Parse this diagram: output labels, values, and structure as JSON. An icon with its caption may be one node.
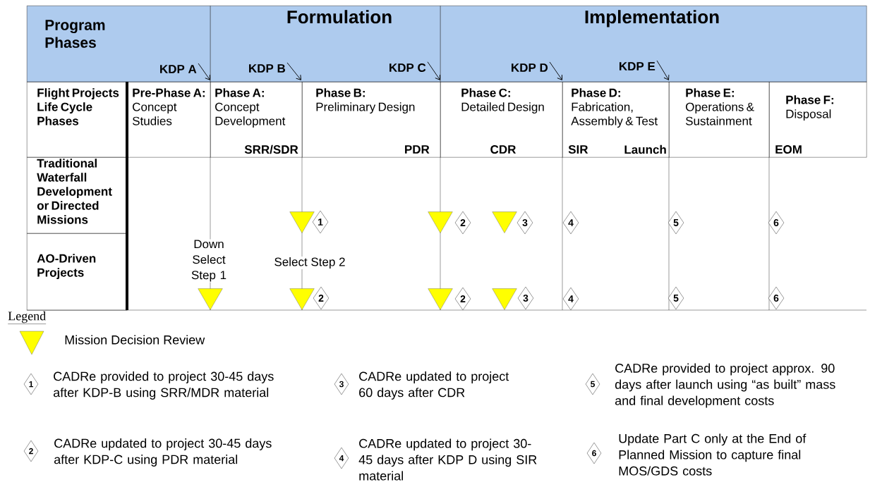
{
  "diagram": {
    "nodes": [
      {
        "text": [
          "Program Phases"
        ]
      },
      {
        "text": [
          "Formulation"
        ]
      },
      {
        "text": [
          "Implementation"
        ]
      },
      {
        "text": [
          "KDP A"
        ],
        "in": 0
      },
      {
        "text": [
          "KDP B"
        ],
        "in": 1
      },
      {
        "text": [
          "KDP C"
        ],
        "in": 1
      },
      {
        "text": [
          "KDP D"
        ],
        "in": 2
      },
      {
        "text": [
          "KDP E"
        ],
        "in": 2
      },
      {
        "text": [
          "Flight Projects Life Cycle Phases"
        ]
      },
      {
        "text": [
          "Pre-Phase A:",
          "Concept Studies"
        ]
      },
      {
        "text": [
          "Phase A:",
          "Concept Development"
        ]
      },
      {
        "text": [
          "Phase B:",
          "Preliminary Design"
        ]
      },
      {
        "text": [
          "Phase C:",
          "Detailed Design"
        ]
      },
      {
        "text": [
          "Phase D:",
          "Fabrication, Assembly & Test"
        ]
      },
      {
        "text": [
          "Phase E:",
          "Operations & Sustainment"
        ]
      },
      {
        "text": [
          "Phase F:",
          "Disposal"
        ]
      },
      {
        "text": [
          "Traditional Waterfall Development or Directed Missions"
        ]
      },
      {
        "text": [
          "AO-Driven Projects"
        ]
      },
      {
        "text": [],
        "shape": "triangle"
      },
      {
        "text": [
          "1"
        ]
      },
      {
        "text": [],
        "shape": "triangle"
      },
      {
        "text": [
          "2"
        ]
      },
      {
        "text": [],
        "shape": "triangle"
      },
      {
        "text": [
          "3"
        ]
      },
      {
        "text": [
          "4"
        ]
      },
      {
        "text": [
          "5"
        ]
      },
      {
        "text": [
          "6"
        ]
      },
      {
        "text": [],
        "shape": "triangle"
      },
      {
        "text": [],
        "shape": "triangle"
      },
      {
        "text": [
          "2"
        ]
      },
      {
        "text": [],
        "shape": "triangle"
      },
      {
        "text": [
          "2"
        ]
      },
      {
        "text": [],
        "shape": "triangle"
      },
      {
        "text": [
          "3"
        ]
      },
      {
        "text": [
          "4"
        ]
      },
      {
        "text": [
          "5"
        ]
      },
      {
        "text": [
          "6"
        ]
      },
      {
        "text": [
          "1"
        ],
        "beside": [
          "CADRe provided to project 30-45 days after KDP-B using SRR/MDR material"
        ]
      },
      {
        "text": [
          "2"
        ],
        "beside": [
          "CADRe updated to project 30-45 days after KDP-C using PDR material"
        ]
      },
      {
        "text": [
          "3"
        ],
        "beside": [
          "CADRe updated to project 60 days after CDR"
        ]
      },
      {
        "text": [
          "4"
        ],
        "beside": [
          "CADRe updated to project 30-45 days after KDP D using SIR material"
        ]
      },
      {
        "text": [
          "5"
        ],
        "beside": [
          "CADRe provided to project approx. 90 days after launch using “as built” mass and final development costs"
        ]
      },
      {
        "text": [
          "6"
        ],
        "beside": [
          "Update Part C only at the End of Planned Mission to capture final MOS/GDS costs"
        ]
      }
    ],
    "edges": [
      {
        "from": 3,
        "to": null,
        "arrow": "to"
      },
      {
        "from": 4,
        "to": null,
        "arrow": "to"
      },
      {
        "from": 5,
        "to": null,
        "arrow": "to"
      },
      {
        "from": 6,
        "to": null,
        "arrow": "to"
      },
      {
        "from": 7,
        "to": null,
        "arrow": "to"
      }
    ],
    "labels": [
      "SRR/SDR",
      "PDR",
      "CDR",
      "SIR",
      "Launch",
      "EOM",
      "Down Select Step 1",
      "Select Step 2",
      "Legend"
    ],
    "legend": [
      {
        "text": "Mission Decision Review"
      }
    ]
  }
}
